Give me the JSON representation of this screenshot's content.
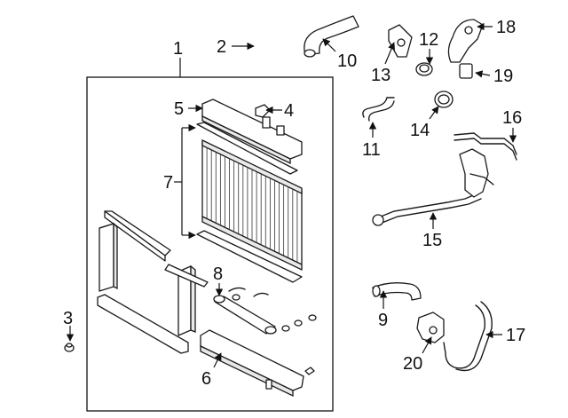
{
  "diagram": {
    "callouts": {
      "c1": "1",
      "c2": "2",
      "c3": "3",
      "c4": "4",
      "c5": "5",
      "c6": "6",
      "c7": "7",
      "c8": "8",
      "c9": "9",
      "c10": "10",
      "c11": "11",
      "c12": "12",
      "c13": "13",
      "c14": "14",
      "c15": "15",
      "c16": "16",
      "c17": "17",
      "c18": "18",
      "c19": "19",
      "c20": "20"
    },
    "colors": {
      "line": "#1a1a1a",
      "background": "#ffffff"
    }
  }
}
